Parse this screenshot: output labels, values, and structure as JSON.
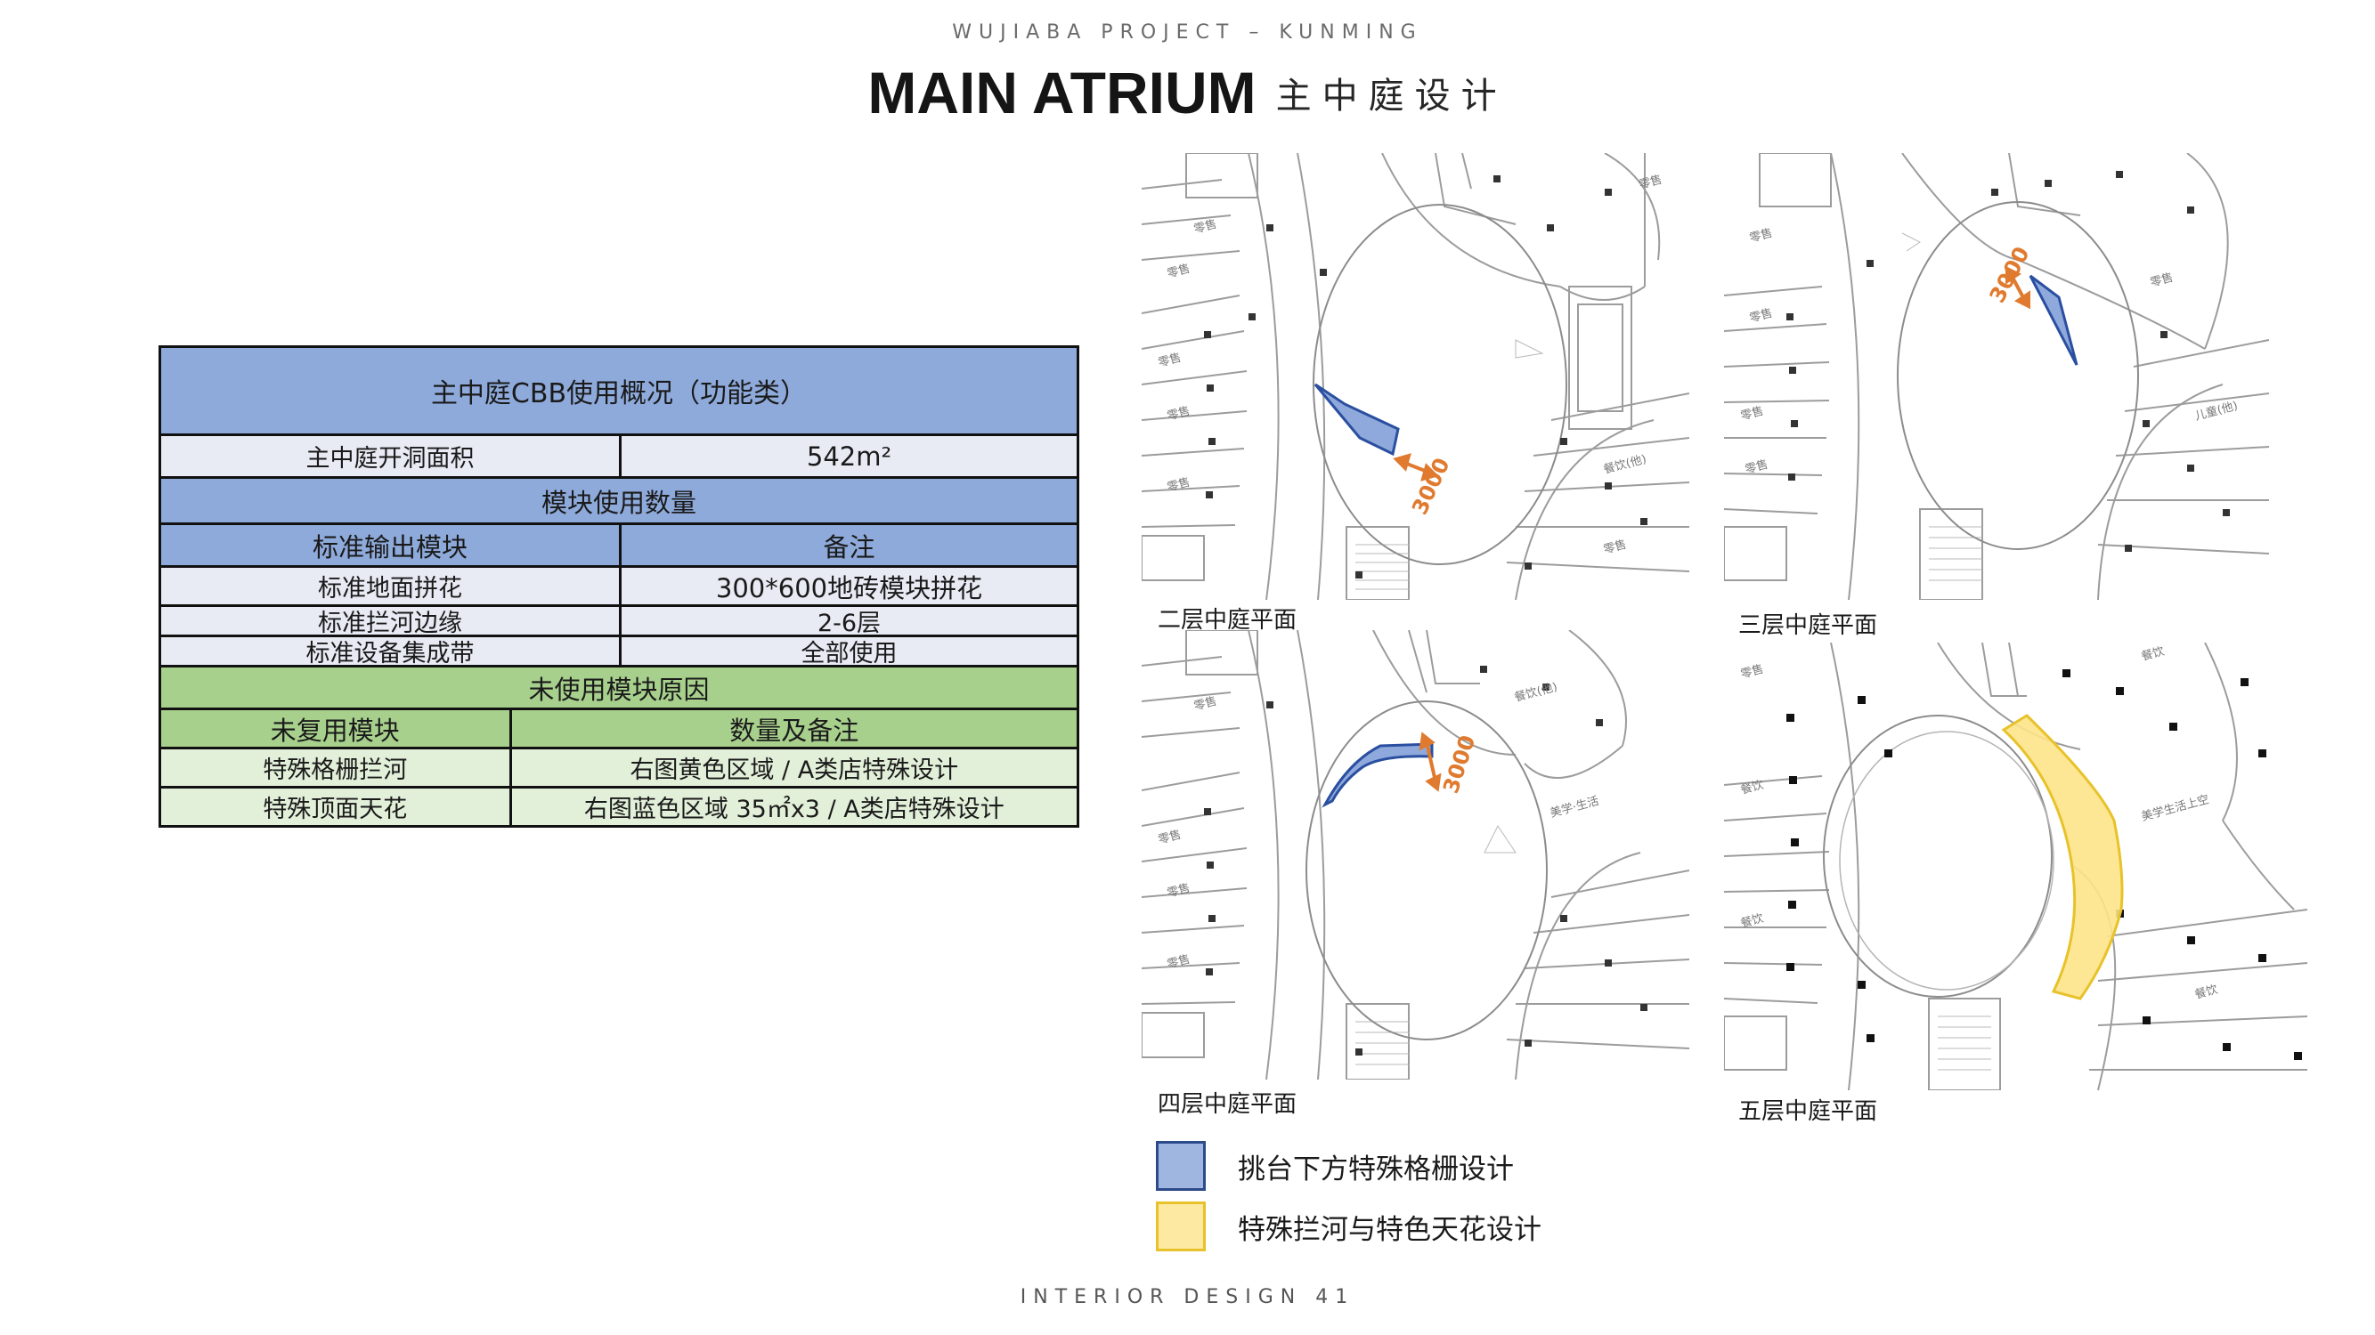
{
  "header": {
    "project": "WUJIABA PROJECT – KUNMING",
    "title_en": "MAIN ATRIUM",
    "title_cn": "主中庭设计"
  },
  "table": {
    "title": "主中庭CBB使用概况（功能类）",
    "opening_area": {
      "label": "主中庭开洞面积",
      "value": "542m²"
    },
    "module_count_heading": "模块使用数量",
    "standard_header": {
      "module": "标准输出模块",
      "note": "备注"
    },
    "standard_rows": [
      {
        "module": "标准地面拼花",
        "note": "300*600地砖模块拼花"
      },
      {
        "module": "标准拦河边缘",
        "note": "2-6层"
      },
      {
        "module": "标准设备集成带",
        "note": "全部使用"
      }
    ],
    "unused_heading": "未使用模块原因",
    "unused_header": {
      "module": "未复用模块",
      "note": "数量及备注"
    },
    "unused_rows": [
      {
        "module": "特殊格栅拦河",
        "note": "右图黄色区域  / A类店特殊设计"
      },
      {
        "module": "特殊顶面天花",
        "note": "右图蓝色区域 35㎡x3 / A类店特殊设计"
      }
    ]
  },
  "plans": [
    {
      "label": "二层中庭平面",
      "dimension": "3000",
      "labels": [
        "零售",
        "零售",
        "零售",
        "零售",
        "餐饮(他)",
        "零售",
        "零售",
        "零售"
      ]
    },
    {
      "label": "三层中庭平面",
      "dimension": "3000",
      "labels": [
        "零售",
        "零售",
        "零售",
        "零售",
        "零售",
        "儿童(他)"
      ]
    },
    {
      "label": "四层中庭平面",
      "dimension": "3000",
      "labels": [
        "零售",
        "餐饮(他)",
        "零售",
        "零售",
        "零售",
        "美学·生活"
      ]
    },
    {
      "label": "五层中庭平面",
      "labels": [
        "零售",
        "餐饮",
        "餐饮",
        "餐饮",
        "美学生活上空",
        "餐饮"
      ]
    }
  ],
  "legend": [
    {
      "text": "挑台下方特殊格栅设计",
      "fill": "#9fb6e0",
      "border": "#2d4a8a"
    },
    {
      "text": "特殊拦河与特色天花设计",
      "fill": "#fde9a2",
      "border": "#e8c22a"
    }
  ],
  "colors": {
    "blue_fill": "#8fa9dc",
    "blue_stroke": "#2b4fa0",
    "yellow_fill": "#fde48a",
    "yellow_stroke": "#e8c22a",
    "dimension": "#e07a2e"
  },
  "footer": "INTERIOR DESIGN 41"
}
